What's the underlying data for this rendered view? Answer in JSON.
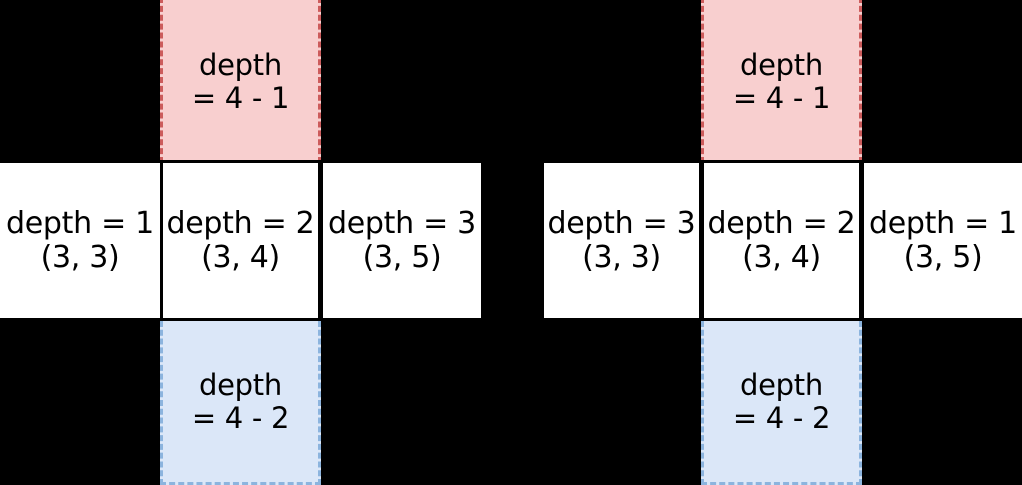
{
  "background_color": "#000000",
  "palette": {
    "cell_fill": "#FFFFFF",
    "cell_border": "#000000",
    "up_fill": "#F8CFCF",
    "up_border": "#CC5C5C",
    "down_fill": "#DBE7F8",
    "down_border": "#8CB4DE",
    "text": "#000000"
  },
  "groups": [
    {
      "id": "left",
      "name": "depth-diagram-left",
      "up_cell": {
        "name": "up-neighbor-cell",
        "line1": "depth",
        "line2": "= 4 - 1"
      },
      "down_cell": {
        "name": "down-neighbor-cell",
        "line1": "depth",
        "line2": "= 4 - 2"
      },
      "row_cells": [
        {
          "name": "cell-left",
          "depth_label": "depth = 1",
          "coord_label": "(3, 3)"
        },
        {
          "name": "cell-mid",
          "depth_label": "depth = 2",
          "coord_label": "(3, 4)"
        },
        {
          "name": "cell-right",
          "depth_label": "depth = 3",
          "coord_label": "(3, 5)"
        }
      ]
    },
    {
      "id": "right",
      "name": "depth-diagram-right",
      "up_cell": {
        "name": "up-neighbor-cell",
        "line1": "depth",
        "line2": "= 4 - 1"
      },
      "down_cell": {
        "name": "down-neighbor-cell",
        "line1": "depth",
        "line2": "= 4 - 2"
      },
      "row_cells": [
        {
          "name": "cell-left",
          "depth_label": "depth = 3",
          "coord_label": "(3, 3)"
        },
        {
          "name": "cell-mid",
          "depth_label": "depth = 2",
          "coord_label": "(3, 4)"
        },
        {
          "name": "cell-right",
          "depth_label": "depth = 1",
          "coord_label": "(3, 5)"
        }
      ]
    }
  ]
}
